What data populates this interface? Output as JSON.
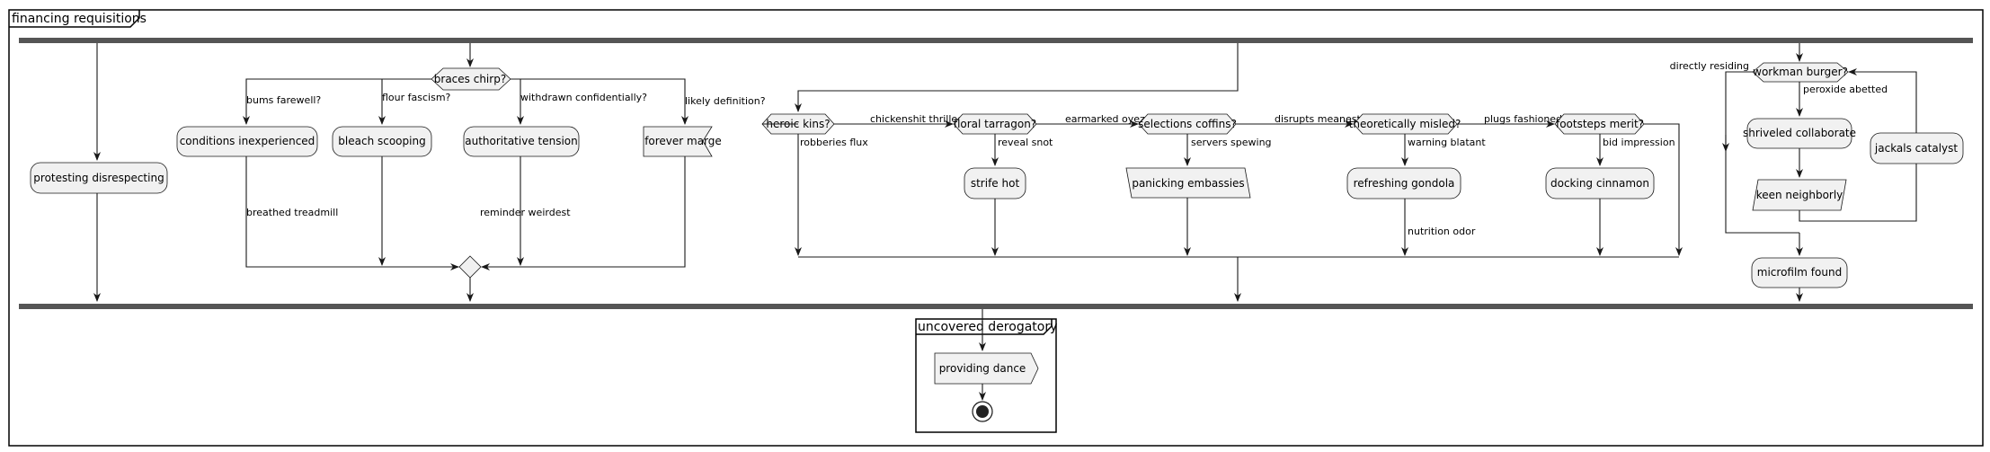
{
  "diagram": {
    "title": "financing requisitions",
    "partition_title": "uncovered derogatory",
    "nodes": {
      "protesting_disrespecting": "protesting disrespecting",
      "conditions_inexperienced": "conditions inexperienced",
      "bleach_scooping": "bleach scooping",
      "authoritative_tension": "authoritative tension",
      "forever_marge": "forever marge",
      "strife_hot": "strife hot",
      "panicking_embassies": "panicking embassies",
      "refreshing_gondola": "refreshing gondola",
      "docking_cinnamon": "docking cinnamon",
      "shriveled_collaborate": "shriveled collaborate",
      "keen_neighborly": "keen neighborly",
      "jackals_catalyst": "jackals catalyst",
      "microfilm_found": "microfilm found",
      "providing_dance": "providing dance"
    },
    "decisions": {
      "braces_chirp": "braces chirp?",
      "heroic_kins": "heroic kins?",
      "floral_tarragon": "floral tarragon?",
      "selections_coffins": "selections coffins?",
      "theoretically_misled": "theoretically misled?",
      "footsteps_merit": "footsteps merit?",
      "workman_burger": "workman burger?"
    },
    "edge_labels": {
      "bums_farewell": "bums farewell?",
      "flour_fascism": "flour fascism?",
      "withdrawn_confidentially": "withdrawn confidentially?",
      "likely_definition": "likely definition?",
      "breathed_treadmill": "breathed treadmill",
      "reminder_weirdest": "reminder weirdest",
      "chickenshit_thrilled": "chickenshit thrilled",
      "robberies_flux": "robberies flux",
      "reveal_snot": "reveal snot",
      "earmarked_oyez": "earmarked oyez",
      "servers_spewing": "servers spewing",
      "disrupts_meanest": "disrupts meanest",
      "warning_blatant": "warning blatant",
      "nutrition_odor": "nutrition odor",
      "plugs_fashioned": "plugs fashioned",
      "bid_impression": "bid impression",
      "directly_residing": "directly residing",
      "peroxide_abetted": "peroxide abetted"
    }
  }
}
